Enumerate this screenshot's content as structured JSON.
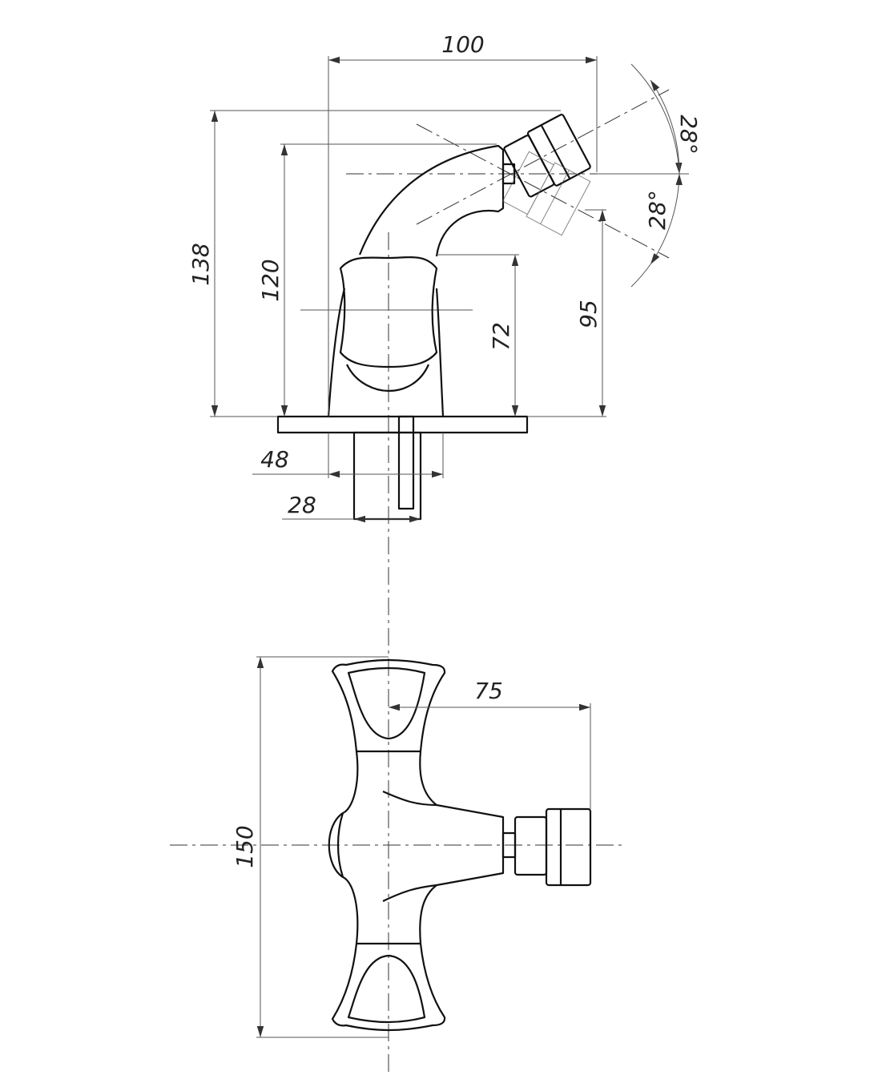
{
  "drawing": {
    "side_view": {
      "dims": {
        "width_top": "100",
        "height_total": "138",
        "height_spout": "120",
        "height_handle": "72",
        "height_nozzle": "95",
        "base_width": "48",
        "shank_width": "28",
        "angle_up": "28°",
        "angle_down": "28°"
      }
    },
    "top_view": {
      "dims": {
        "length": "150",
        "spout_reach": "75"
      }
    },
    "colors": {
      "line": "#111111",
      "background": "#ffffff"
    }
  }
}
